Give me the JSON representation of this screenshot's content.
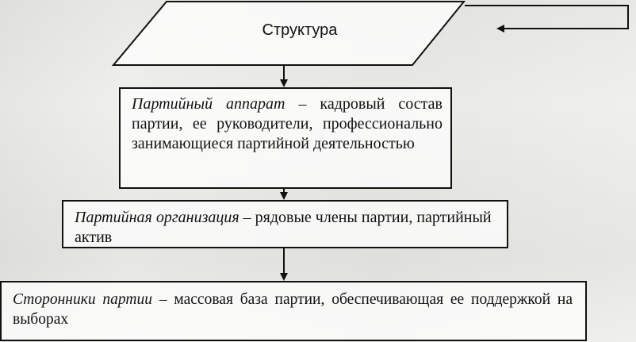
{
  "diagram": {
    "structure_label": "Структура",
    "boxes": [
      {
        "term": "Партийный аппарат",
        "text": " – кадровый состав партии, ее руководители, профессионально занимающиеся партийной деятельностью"
      },
      {
        "term": "Партийная организация",
        "text": " – рядовые члены партии, партийный актив"
      },
      {
        "term": "Сторонники партии",
        "text": " – массовая база партии, обеспечивающая ее поддержкой на выборах"
      }
    ]
  }
}
